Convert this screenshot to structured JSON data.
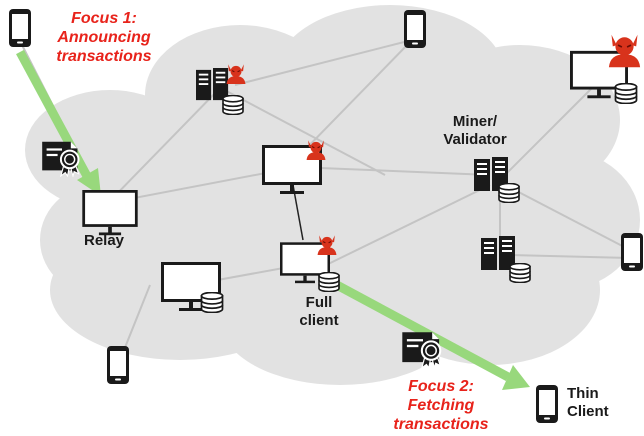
{
  "colors": {
    "cloud": "#e2e2e2",
    "edge": "#c4c4c4",
    "edge_dark": "#222222",
    "focus_arrow": "#98d87c",
    "focus_text": "#e8231b",
    "device": "#1a1a1a",
    "devil": "#d8331c"
  },
  "labels": {
    "relay": "Relay",
    "miner_line1": "Miner/",
    "miner_line2": "Validator",
    "full_line1": "Full",
    "full_line2": "client",
    "thin_line1": "Thin",
    "thin_line2": "Client"
  },
  "focus1": {
    "line1": "Focus 1:",
    "line2": "Announcing",
    "line3": "transactions"
  },
  "focus2": {
    "line1": "Focus 2:",
    "line2": "Fetching",
    "line3": "transactions"
  },
  "icons": {
    "phone": "phone-icon",
    "monitor": "monitor-icon",
    "server": "server-icon",
    "database": "database-icon",
    "devil": "devil-icon",
    "certificate": "certificate-icon"
  }
}
